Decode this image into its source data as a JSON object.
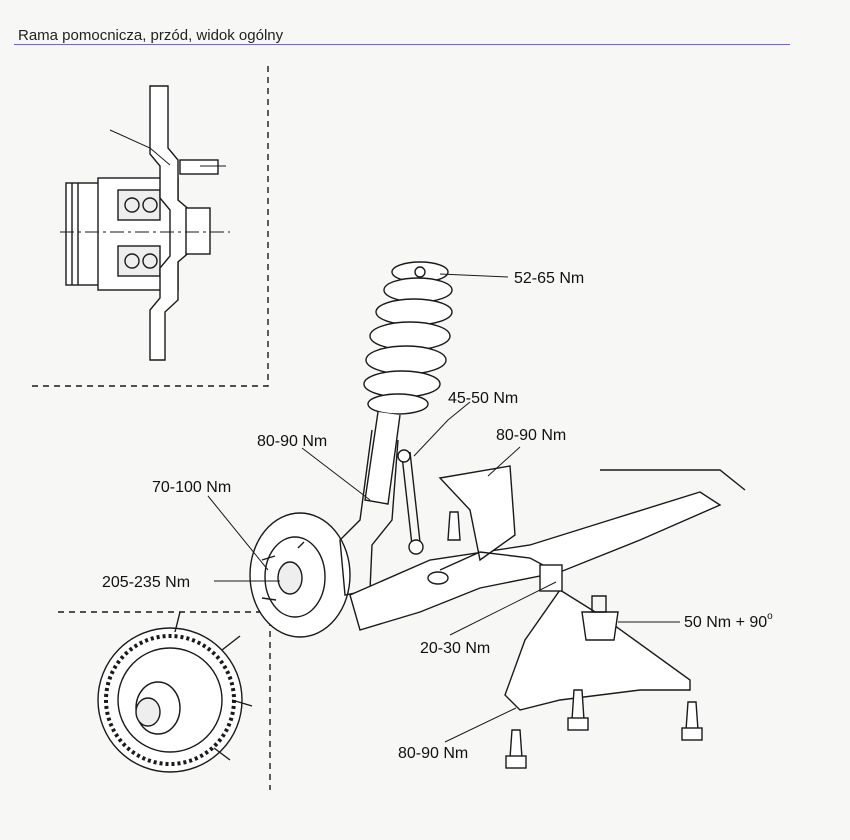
{
  "header": {
    "title": "Rama pomocnicza, przód, widok ogólny"
  },
  "torque_labels": {
    "spring_top": "52-65 Nm",
    "stabilizer_link_top": "45-50 Nm",
    "strut_to_knuckle": "80-90 Nm",
    "subframe_bracket": "80-90 Nm",
    "wheel_bolts": "70-100 Nm",
    "hub_nut": "205-235 Nm",
    "ball_joint": "50 Nm + 90",
    "ball_joint_degree": "o",
    "stabilizer_clamp": "20-30 Nm",
    "subframe_bolts": "80-90 Nm"
  },
  "colors": {
    "line": "#1a1a1a",
    "rule": "#6a6ad0",
    "background": "#f7f7f5"
  }
}
